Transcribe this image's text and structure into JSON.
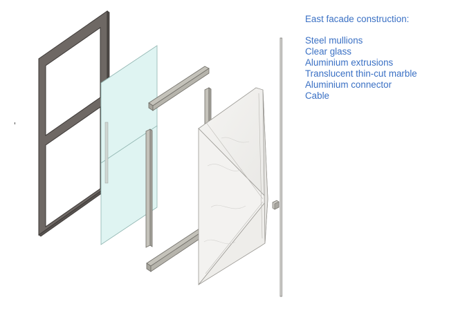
{
  "legend": {
    "title": "East facade construction:",
    "items": [
      "Steel mullions",
      "Clear glass",
      "Aluminium extrusions",
      "Translucent thin-cut marble",
      "Aluminium connector",
      "Cable"
    ]
  },
  "colors": {
    "text": "#3a70c4",
    "steel_mullion": "#6e6864",
    "glass": "#dff4f2",
    "aluminium": "#c4c2ba",
    "marble": "#f1f0ee"
  }
}
